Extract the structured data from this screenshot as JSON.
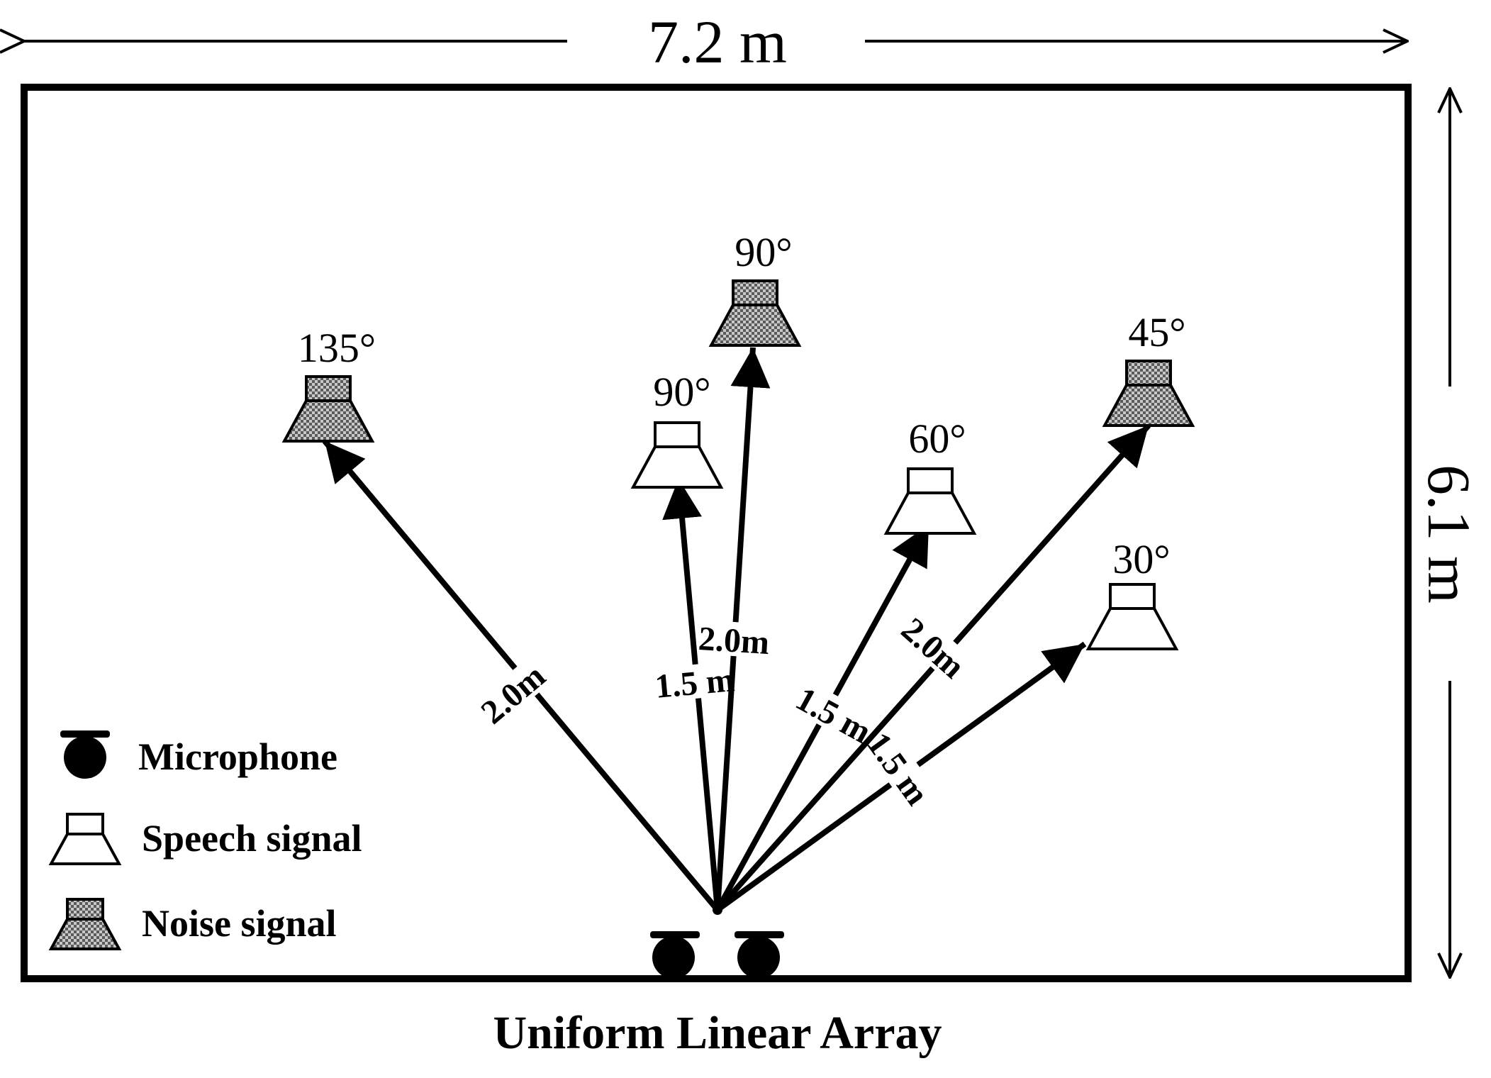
{
  "room": {
    "width_label": "7.2 m",
    "height_label": "6.1 m"
  },
  "array_label": "Uniform Linear Array",
  "sources": [
    {
      "id": "noise-135",
      "kind": "noise",
      "angle": "135°",
      "distance": "2.0m"
    },
    {
      "id": "speech-90",
      "kind": "speech",
      "angle": "90°",
      "distance": "1.5 m"
    },
    {
      "id": "noise-90",
      "kind": "noise",
      "angle": "90°",
      "distance": "2.0m"
    },
    {
      "id": "speech-60",
      "kind": "speech",
      "angle": "60°",
      "distance": "1.5 m"
    },
    {
      "id": "noise-45",
      "kind": "noise",
      "angle": "45°",
      "distance": "2.0m"
    },
    {
      "id": "speech-30",
      "kind": "speech",
      "angle": "30°",
      "distance": "1.5 m"
    }
  ],
  "legend": [
    {
      "icon": "microphone-icon",
      "label": "Microphone"
    },
    {
      "icon": "speech-speaker-icon",
      "label": "Speech signal"
    },
    {
      "icon": "noise-speaker-icon",
      "label": "Noise signal"
    }
  ],
  "colors": {
    "ink": "#000000",
    "speech_fill": "#ffffff",
    "noise_fill": "#8c8c8c"
  }
}
